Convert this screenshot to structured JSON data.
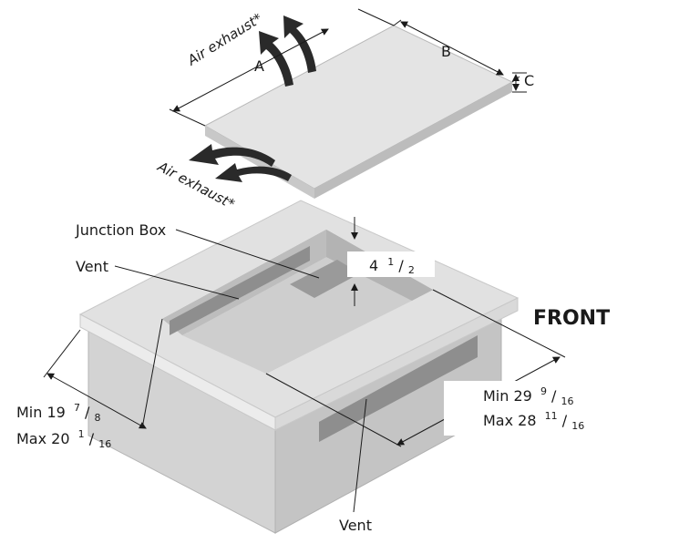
{
  "labels": {
    "air_exhaust_top": "Air exhaust*",
    "air_exhaust_left": "Air exhaust*",
    "dim_a": "A",
    "dim_b": "B",
    "dim_c": "C",
    "junction_box": "Junction Box",
    "vent_left": "Vent",
    "vent_bottom": "Vent",
    "front": "FRONT"
  },
  "dimensions": {
    "depth": {
      "value": "4",
      "num": "1",
      "slash": "/",
      "den": "2"
    },
    "width_min": {
      "prefix": "Min 19",
      "num": "7",
      "slash": "/",
      "den": "8"
    },
    "width_max": {
      "prefix": "Max 20",
      "num": "1",
      "slash": "/",
      "den": "16"
    },
    "length_min": {
      "prefix": "Min 29",
      "num": "9",
      "slash": "/",
      "den": "16"
    },
    "length_max": {
      "prefix": "Max 28",
      "num": "11",
      "slash": "/",
      "den": "16"
    }
  },
  "colors": {
    "cooktop_top": "#e4e4e4",
    "cabinet_top": "#e1e1e1",
    "cabinet_front": "#d3d3d3",
    "cabinet_side": "#c4c4c4",
    "cavity_floor": "#cecece",
    "vent": "#8e8e8e",
    "arrow": "#2a2a2a",
    "line": "#1a1a1a"
  }
}
